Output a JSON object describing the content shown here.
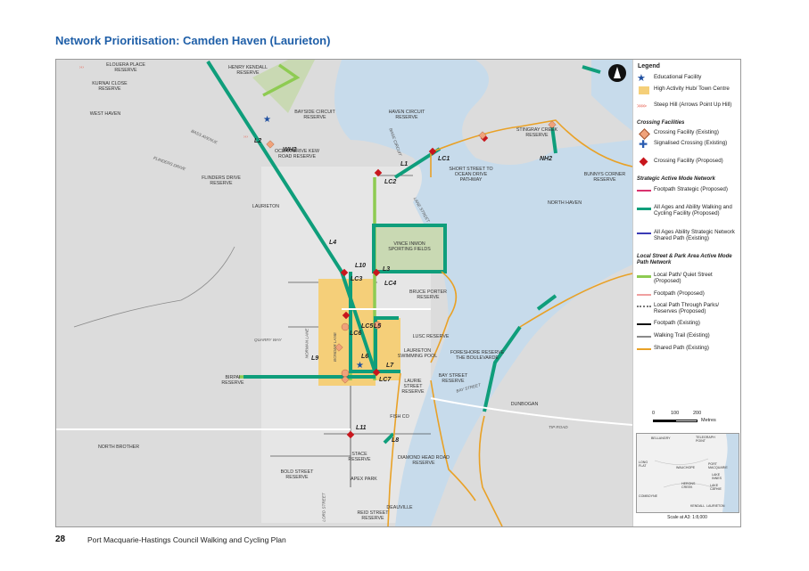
{
  "page": {
    "title": "Network Prioritisation: Camden Haven (Laurieton)",
    "page_number": "28",
    "footer_text": "Port Macquarie-Hastings Council Walking and Cycling Plan"
  },
  "map": {
    "place_labels": [
      "ELOUERA PLACE RESERVE",
      "HENRY KENDALL RESERVE",
      "KURNAI CLOSE RESERVE",
      "WEST HAVEN",
      "BAYSIDE CIRCUIT RESERVE",
      "HAVEN CIRCUIT RESERVE",
      "STINGRAY CREEK RESERVE",
      "OCEAN DRIVE KEW ROAD RESERVE",
      "FLINDERS DRIVE RESERVE",
      "SHORT STREET TO OCEAN DRIVE PATHWAY",
      "BUNNYS CORNER RESERVE",
      "NORTH HAVEN",
      "LAURIETON",
      "VINCE INMON SPORTING FIELDS",
      "BRUCE PORTER RESERVE",
      "LUSC RESERVE",
      "LAURIETON SWIMMING POOL",
      "FORESHORE RESERVE THE BOULEVARDE",
      "BIRPAI RESERVE",
      "LAURIE STREET RESERVE",
      "BAY STREET RESERVE",
      "DUNBOGAN",
      "FISH CO",
      "NORTH BROTHER",
      "STACE RESERVE",
      "DIAMOND HEAD ROAD RESERVE",
      "BOLD STREET RESERVE",
      "APEX PARK",
      "DEAUVILLE",
      "REID STREET RESERVE"
    ],
    "street_labels": [
      "BASS AVENUE",
      "FLINDERS DRIVE",
      "QUARRY WAY",
      "NORMAN LANE",
      "BONDER LANE",
      "LANE STREET",
      "BAY STREET",
      "TIP ROAD",
      "LORD STREET",
      "BAGE CIRCUIT"
    ],
    "route_labels": [
      "L2",
      "WH2",
      "L1",
      "LC1",
      "LC2",
      "L4",
      "L10",
      "LC3",
      "L3",
      "LC4",
      "LC5",
      "LC6",
      "L5",
      "L9",
      "L6",
      "L7",
      "LC7",
      "L11",
      "L8",
      "NH2"
    ]
  },
  "legend": {
    "title": "Legend",
    "educational_facility": "Educational Facility",
    "activity_hub": "High Activity Hub/ Town Centre",
    "steep_hill": "Steep Hill (Arrows Point Up Hill)",
    "steep_symbol": ">>>>",
    "crossing_heading": "Crossing Facilities",
    "crossing_existing": "Crossing Facility (Existing)",
    "signalised_crossing": "Signalised Crossing (Existing)",
    "crossing_proposed": "Crossing Facility (Proposed)",
    "strategic_heading": "Strategic Active Mode Network",
    "footpath_strategic": "Footpath Strategic (Proposed)",
    "all_ages_proposed": "All Ages and Ability Walking and Cycling Facility (Proposed)",
    "all_ages_existing": "All Ages Ability Strategic Network Shared Path (Existing)",
    "local_heading": "Local Street & Park Area Active Mode Path Network",
    "local_path": "Local Path/ Quiet Street (Proposed)",
    "footpath_proposed": "Footpath (Proposed)",
    "local_path_parks": "Local Path Through Parks/ Reserves (Proposed)",
    "footpath_existing": "Footpath (Existing)",
    "walking_trail": "Walking Trail (Existing)",
    "shared_path": "Shared Path (Existing)"
  },
  "scale": {
    "ticks": [
      "0",
      "100",
      "200"
    ],
    "unit": "Metres",
    "note": "Scale at A3: 1:8,000"
  },
  "inset": {
    "labels": [
      "BELLANGRY",
      "TELEGRAPH POINT",
      "LONG FLAT",
      "WAUCHOPE",
      "PORT MACQUARIE",
      "LAKE INNES",
      "HERONS CREEK",
      "LAKE CATHIE",
      "COMBOYNE",
      "KENDALL",
      "LAURIETON"
    ]
  },
  "colors": {
    "water": "#c7dbeb",
    "land": "#dcdcdc",
    "teal": "#0f9e7b",
    "lightgreen": "#8ecb52",
    "orange": "#e9a126",
    "hub": "#f5cf79",
    "title": "#1f5fa8",
    "crossing_proposed": "#c8161d",
    "crossing_existing": "#f0a27a",
    "edu": "#1f4fa0"
  }
}
